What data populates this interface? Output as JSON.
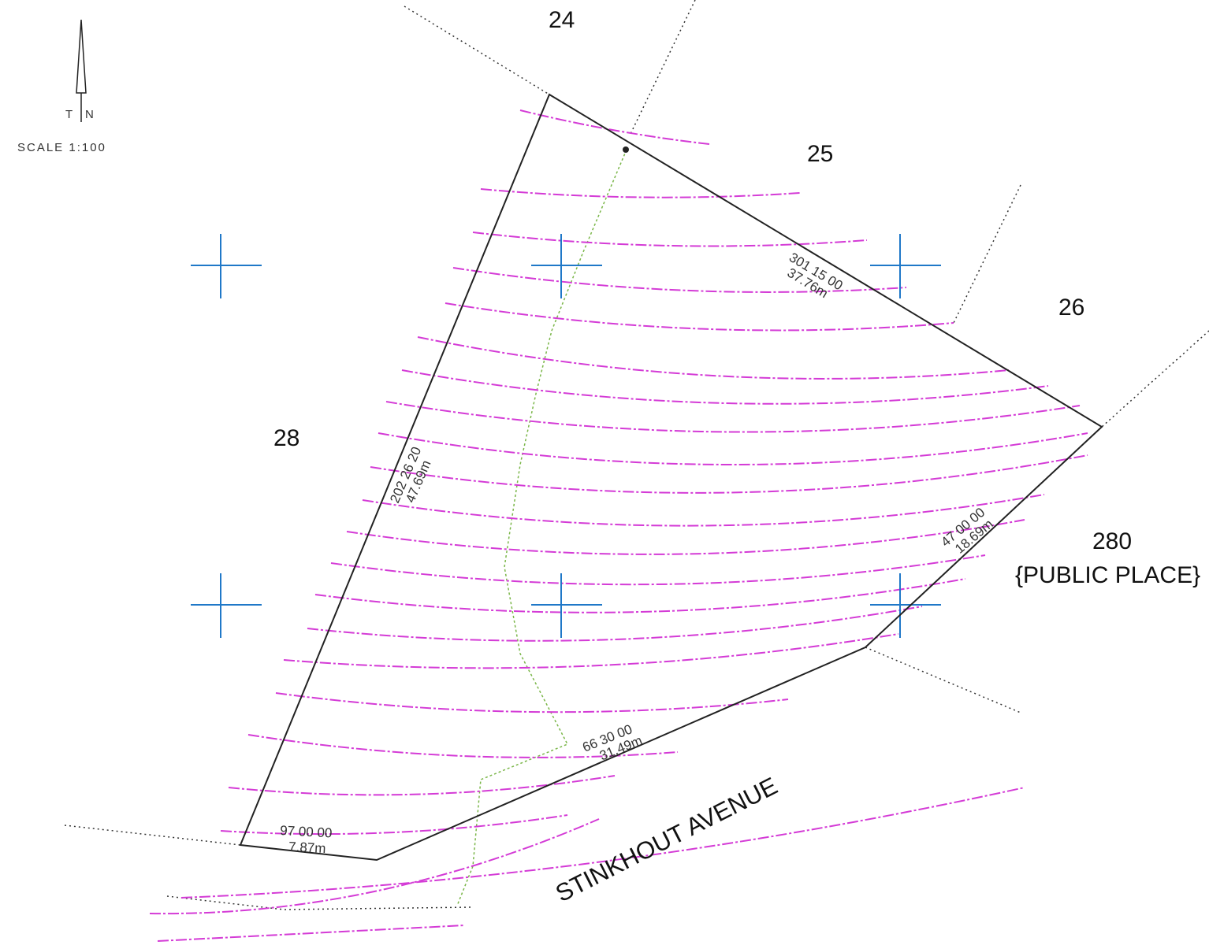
{
  "north_arrow": {
    "label_left": "T",
    "label_right": "N"
  },
  "scale": "SCALE 1:100",
  "lots": [
    {
      "number": "24"
    },
    {
      "number": "25"
    },
    {
      "number": "26"
    },
    {
      "number": "28"
    }
  ],
  "public_place": {
    "number": "280",
    "label": "{PUBLIC PLACE}"
  },
  "street": "STINKHOUT AVENUE",
  "boundaries": [
    {
      "bearing": "301 15 00",
      "distance": "37.76m"
    },
    {
      "bearing": "202 26 20",
      "distance": "47.69m"
    },
    {
      "bearing": "47 00 00",
      "distance": "18.69m"
    },
    {
      "bearing": "66 30 00",
      "distance": "31.49m"
    },
    {
      "bearing": "97 00 00",
      "distance": "7.87m"
    }
  ],
  "colors": {
    "boundary": "#222222",
    "contour": "#d43bd6",
    "grid": "#1f78c8",
    "services": "#7ab648"
  }
}
